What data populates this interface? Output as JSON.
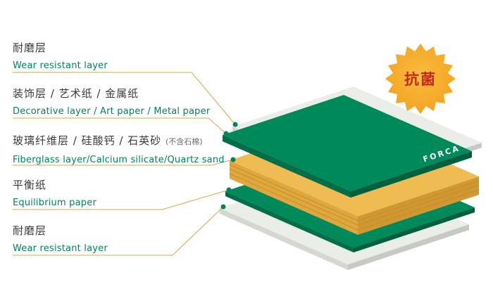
{
  "labels": [
    {
      "id": "wear-top",
      "zh": "耐磨层",
      "en": "Wear resistant layer"
    },
    {
      "id": "decorative",
      "zh": "装饰层 / 艺术纸 / 金属纸",
      "en": "Decorative layer / Art paper / Metal paper"
    },
    {
      "id": "core",
      "zh": "玻璃纤维层 / 硅酸钙 / 石英砂",
      "zh_note": "(不含石棉)",
      "en": "Fiberglass layer/Calcium silicate/Quartz sand"
    },
    {
      "id": "equilibrium",
      "zh": "平衡纸",
      "en": "Equilibrium paper"
    },
    {
      "id": "wear-bottom",
      "zh": "耐磨层",
      "en": "Wear resistant layer"
    }
  ],
  "badge": {
    "label": "抗菌"
  },
  "brand": {
    "label": "FORCA"
  },
  "layers": {
    "wear_top": {
      "top": "#ebede8",
      "left": "#d5d7d1",
      "right": "#c7c9c3"
    },
    "bottom_sheet": {
      "top": "#ebede8",
      "left": "#d5d7d1",
      "right": "#c7c9c3"
    },
    "equilibrium": {
      "top": "#008a5c",
      "left": "#006e49",
      "right": "#005f3f"
    },
    "core": {
      "top": "#eebc53",
      "left": "#dfa73e",
      "right": "#d19831",
      "stripe": "#c08c2a"
    },
    "decorative": {
      "top": "#008a5c",
      "left": "#006e49",
      "right": "#005f3f"
    }
  },
  "colors": {
    "zh_text": "#3b3b3b",
    "en_text": "#00845c",
    "leader_line": "#d6a84d",
    "dot": "#00845c",
    "badge_light": "#f9bb41",
    "badge_dark": "#f3a01b",
    "badge_text": "#c9271e",
    "brand_text": "#ffffff"
  }
}
